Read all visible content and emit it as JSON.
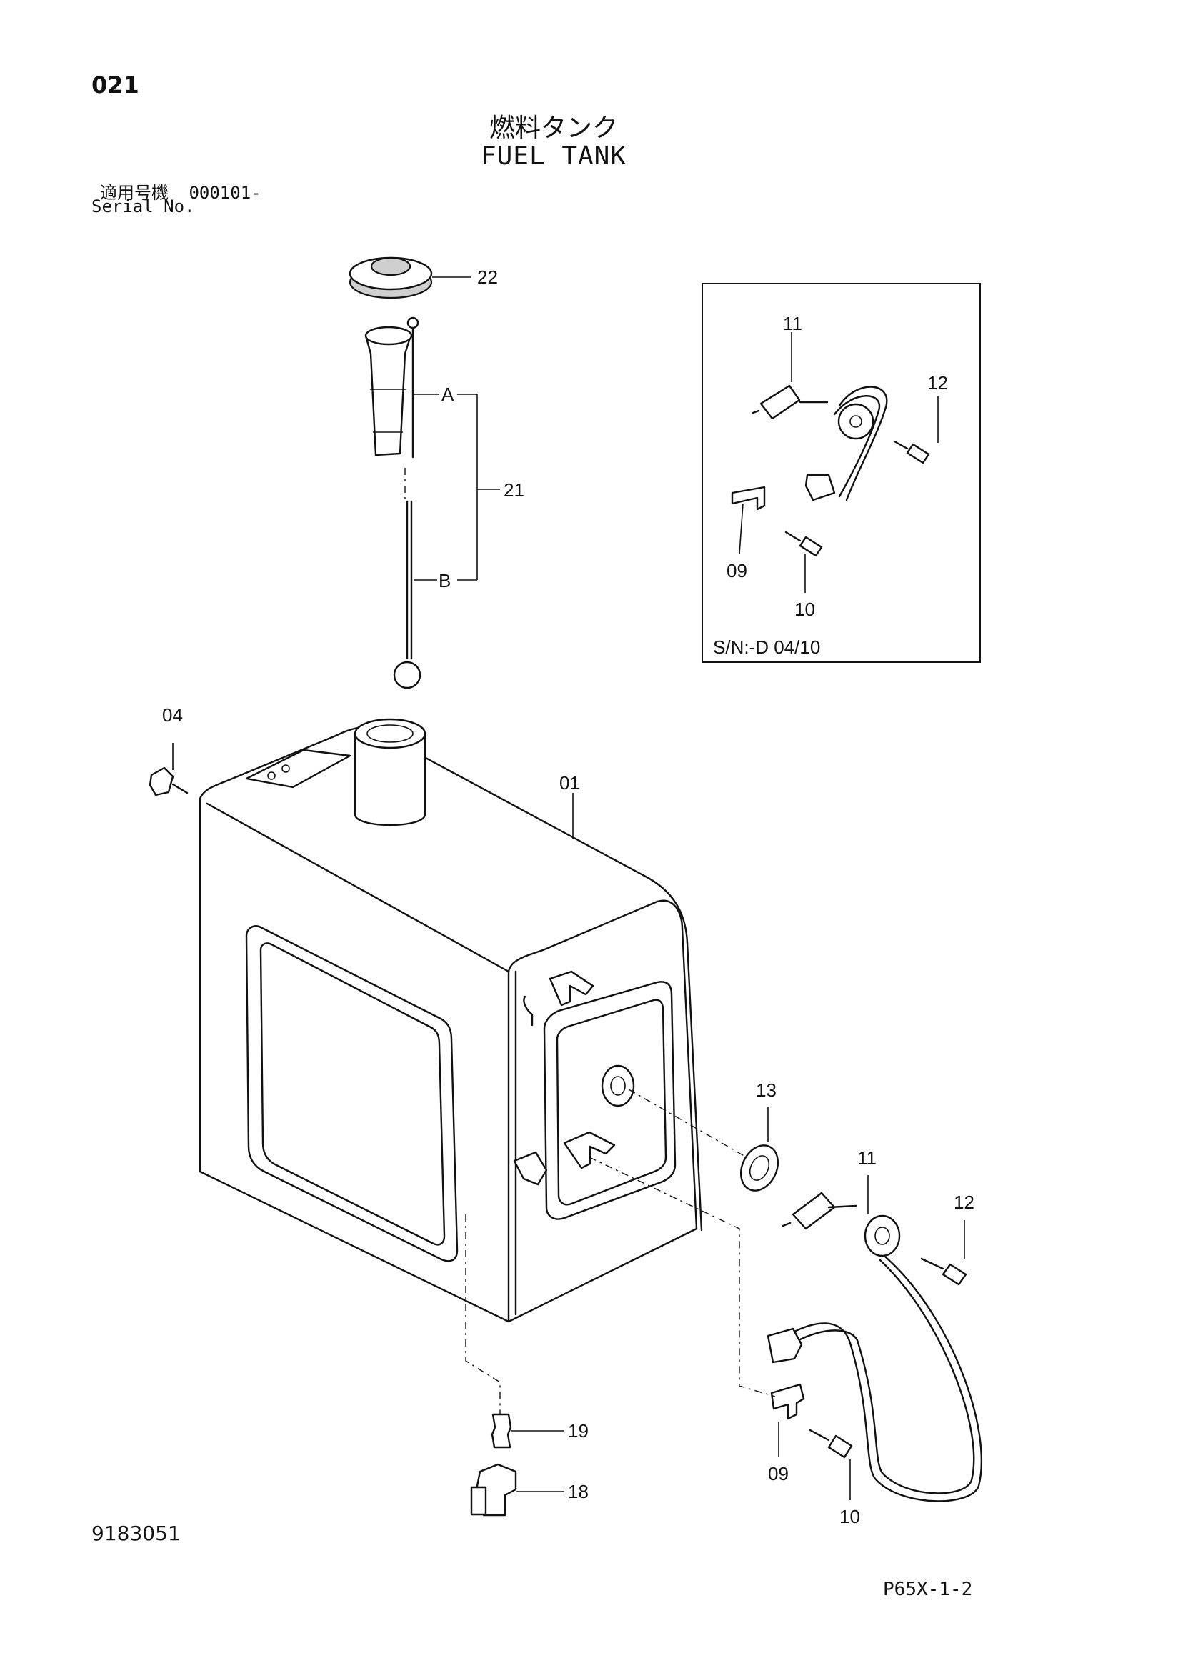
{
  "header": {
    "page_number": "021",
    "title_jp": "燃料タンク",
    "title_en": "FUEL TANK",
    "serial_label_jp": "適用号機",
    "serial_value": "000101-",
    "serial_label_en": "Serial No."
  },
  "inset": {
    "note": "S/N:-D 04/10",
    "callouts": [
      "11",
      "12",
      "09",
      "10"
    ]
  },
  "callouts": {
    "c22": "22",
    "cA": "A",
    "cB": "B",
    "c21": "21",
    "c04": "04",
    "c01": "01",
    "c13": "13",
    "c11": "11",
    "c12": "12",
    "c09": "09",
    "c10": "10",
    "c19": "19",
    "c18": "18"
  },
  "footer": {
    "drawing_number": "9183051",
    "page_code": "P65X-1-2"
  }
}
